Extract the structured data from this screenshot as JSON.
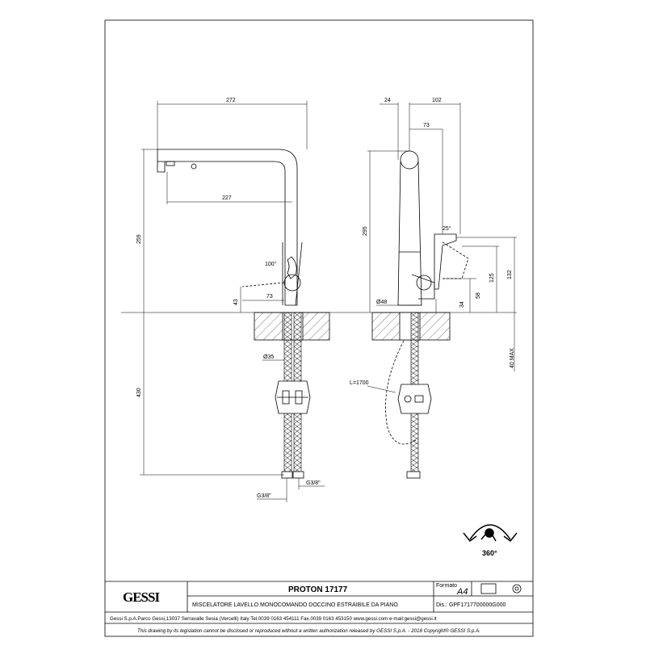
{
  "dims_front": {
    "d272": "272",
    "d227": "227",
    "d259": "259",
    "d100deg": "100°",
    "d43": "43",
    "d73": "73",
    "d35": "Ø35",
    "d430": "430",
    "g38a": "G3/8\"",
    "g38b": "G3/8\""
  },
  "dims_side": {
    "d24": "24",
    "d102": "102",
    "d73": "73",
    "d295": "295",
    "d25deg": "25°",
    "d125": "125",
    "d132": "132",
    "d58": "58",
    "d34": "34",
    "d48": "Ø48",
    "d40max": "40 MAX",
    "hose": "L=1700"
  },
  "rotation_label": "360°",
  "title_block": {
    "logo": "GESSI",
    "product": "PROTON 17177",
    "description": "MISCELATORE LAVELLO MONOCOMANDO DOCCINO ESTRAIBILE DA PIANO",
    "formato_label": "Formato",
    "formato_value": "A4",
    "dis": "Dis.: GPF1717700000G000",
    "address": "Gessi S.p.A.Parco Gessi,13037 Serravalle Sesia (Vercelli) Italy Tel.0039 0163 454111 Fax.0039 0163 453150 www.gessi.com e-mail:gessi@gessi.it",
    "copyright": "This drawing by its legislation cannot be disclosed or reproduced without a written authorization released by GESSI S.p.A. - 2018 Copyright® GESSI S.p.A."
  }
}
